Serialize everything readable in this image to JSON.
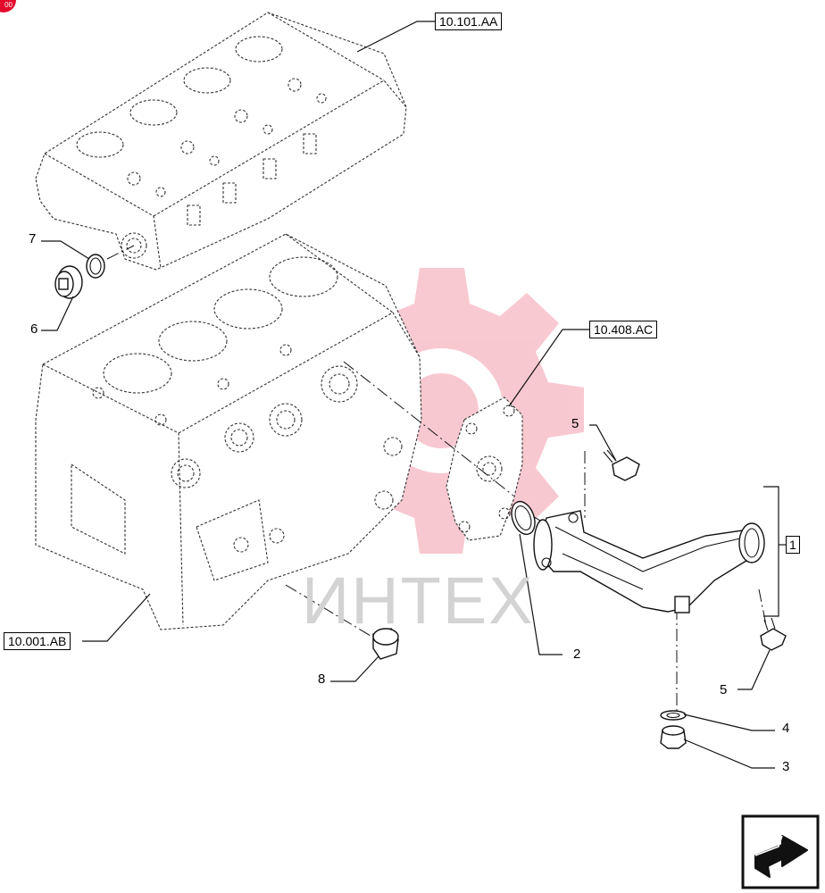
{
  "badge": {
    "text": "00",
    "color": "#e30b2c"
  },
  "watermark": {
    "text": "ИНТЕХ",
    "icon": "gear-logo-icon",
    "color": "#e30b2c"
  },
  "references": {
    "cylinder_head": "10.101.AA",
    "front_cover": "10.408.AC",
    "engine_block": "10.001.AB",
    "assembly": "1"
  },
  "callouts": {
    "c2": "2",
    "c3": "3",
    "c4": "4",
    "c5_top": "5",
    "c5_bottom": "5",
    "c6": "6",
    "c7": "7",
    "c8": "8"
  },
  "nav": {
    "icon": "next-page-arrow-icon"
  }
}
